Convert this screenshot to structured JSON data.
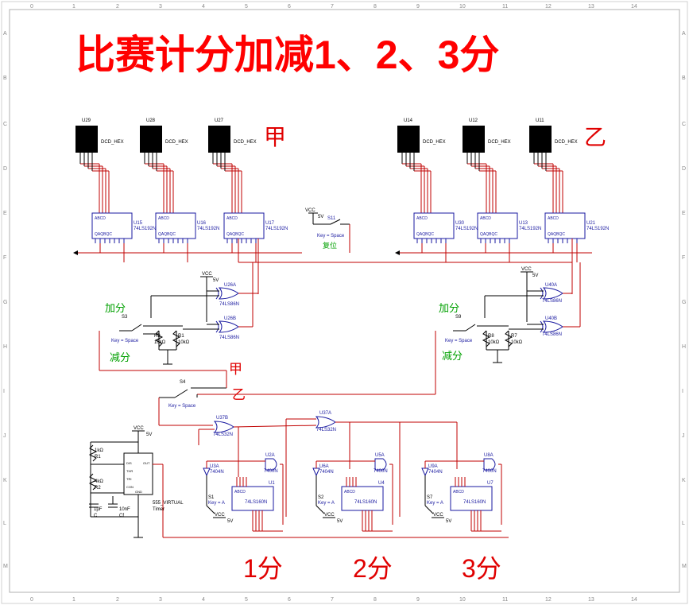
{
  "title": "比赛计分加减1、2、3分",
  "colors": {
    "title": "#ff0000",
    "team_label": "#e00000",
    "note_green": "#00a000",
    "note_orange": "#c07000",
    "wire": "#c00000",
    "chip_body": "#1a1aa0",
    "blue_text": "#1a1aa0"
  },
  "ruler": {
    "top": [
      "0",
      "1",
      "2",
      "3",
      "4",
      "5",
      "6",
      "7",
      "8",
      "9",
      "10",
      "11",
      "12",
      "13",
      "14"
    ],
    "left": [
      "A",
      "B",
      "C",
      "D",
      "E",
      "F",
      "G",
      "H",
      "I",
      "J",
      "K",
      "L",
      "M"
    ]
  },
  "teams": {
    "jia": "甲",
    "yi": "乙"
  },
  "displays": [
    {
      "ref": "U29",
      "label": "DCD_HEX"
    },
    {
      "ref": "U28",
      "label": "DCD_HEX"
    },
    {
      "ref": "U27",
      "label": "DCD_HEX"
    },
    {
      "ref": "U14",
      "label": "DCD_HEX"
    },
    {
      "ref": "U12",
      "label": "DCD_HEX"
    },
    {
      "ref": "U11",
      "label": "DCD_HEX"
    }
  ],
  "counters": [
    {
      "ref": "U15",
      "part": "74LS192N"
    },
    {
      "ref": "U16",
      "part": "74LS192N"
    },
    {
      "ref": "U17",
      "part": "74LS192N"
    },
    {
      "ref": "U30",
      "part": "74LS192N"
    },
    {
      "ref": "U13",
      "part": "74LS192N"
    },
    {
      "ref": "U21",
      "part": "74LS192N"
    }
  ],
  "reset": {
    "vcc": "VCC",
    "volt": "5V",
    "ref": "S11",
    "key": "Key = Space",
    "label": "复位"
  },
  "xor_left": {
    "vcc": "VCC",
    "volt": "5V",
    "gates": [
      {
        "ref": "U26A",
        "part": "74LS86N"
      },
      {
        "ref": "U26B",
        "part": "74LS86N"
      }
    ],
    "add": "加分",
    "sub": "减分",
    "switch": "S3",
    "key": "Key = Space",
    "resistors": [
      {
        "ref": "R2",
        "val": "10kΩ"
      },
      {
        "ref": "R1",
        "val": "10kΩ"
      }
    ]
  },
  "xor_right": {
    "vcc": "VCC",
    "volt": "5V",
    "gates": [
      {
        "ref": "U40A",
        "part": "74LS86N"
      },
      {
        "ref": "U40B",
        "part": "74LS86N"
      }
    ],
    "add": "加分",
    "sub": "减分",
    "switch": "S9",
    "key": "Key = Space",
    "resistors": [
      {
        "ref": "R8",
        "val": "10kΩ"
      },
      {
        "ref": "R7",
        "val": "10kΩ"
      }
    ]
  },
  "team_switch": {
    "ref": "S4",
    "key": "Key = Space",
    "jia": "甲",
    "yi": "乙"
  },
  "or_gates": [
    {
      "ref": "U37B",
      "part": "74LS32N"
    },
    {
      "ref": "U37A",
      "part": "74LS32N"
    }
  ],
  "timer": {
    "vcc": "VCC",
    "volt": "5V",
    "name": "555_VIRTUAL",
    "sub": "Timer",
    "r1": "1kΩ",
    "r1ref": "R1",
    "r2": "4kΩ",
    "r2ref": "R2",
    "c": "1μF",
    "cref": "C",
    "cf": "10nF",
    "cfref": "Cf"
  },
  "score_units": [
    {
      "not": "U3A",
      "notpart": "7404N",
      "and": "U2A",
      "andpart": "7400N",
      "ref": "U1",
      "part": "74LS160N",
      "sw": "S1",
      "key": "Key = A",
      "vcc": "VCC",
      "volt": "5V",
      "caption": "1分"
    },
    {
      "not": "U6A",
      "notpart": "7404N",
      "and": "U5A",
      "andpart": "7400N",
      "ref": "U4",
      "part": "74LS160N",
      "sw": "S2",
      "key": "Key = A",
      "vcc": "VCC",
      "volt": "5V",
      "caption": "2分"
    },
    {
      "not": "U9A",
      "notpart": "7404N",
      "and": "U8A",
      "andpart": "7400N",
      "ref": "U7",
      "part": "74LS160N",
      "sw": "S7",
      "key": "Key = A",
      "vcc": "VCC",
      "volt": "5V",
      "caption": "3分"
    }
  ]
}
